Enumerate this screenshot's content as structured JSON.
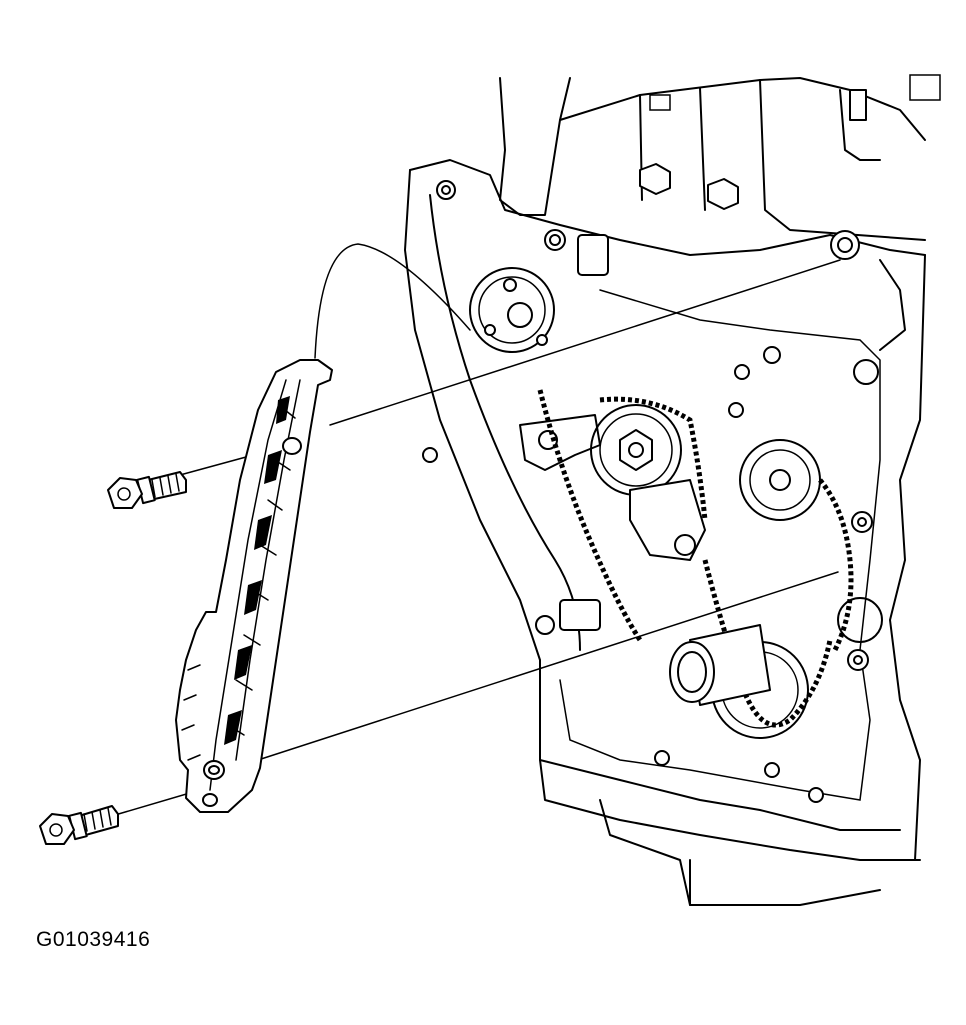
{
  "figure": {
    "id_label": "G01039416",
    "parts": [
      {
        "name": "engine-block"
      },
      {
        "name": "timing-chain-guide"
      },
      {
        "name": "upper-guide-bolt"
      },
      {
        "name": "lower-guide-bolt"
      },
      {
        "name": "camshaft-sprocket"
      },
      {
        "name": "crankshaft-sprocket"
      },
      {
        "name": "timing-chain"
      },
      {
        "name": "chain-tensioner"
      }
    ]
  }
}
